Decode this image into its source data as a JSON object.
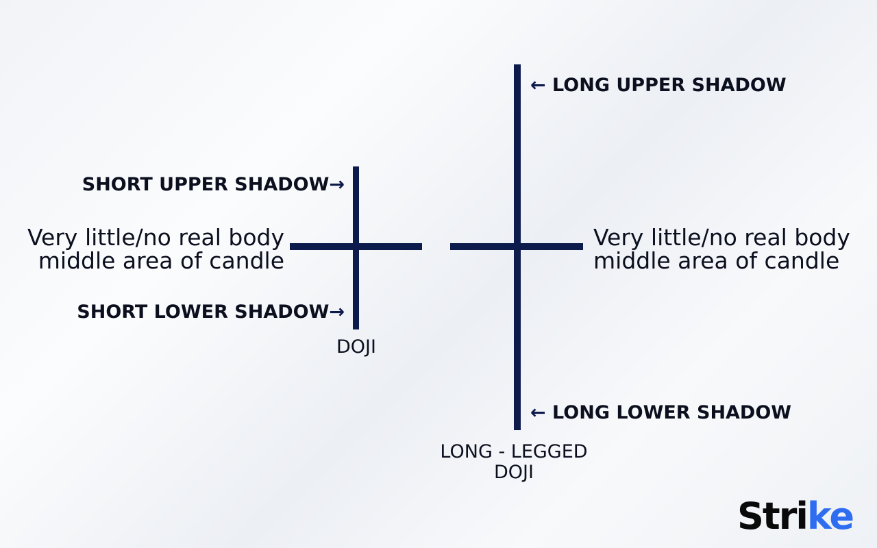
{
  "doji": {
    "upper_label": "SHORT UPPER SHADOW",
    "lower_label": "SHORT LOWER SHADOW",
    "body_desc_line1": "Very little/no real body",
    "body_desc_line2": "middle area of candle",
    "caption": "DOJI"
  },
  "long_legged_doji": {
    "upper_label": "LONG UPPER SHADOW",
    "lower_label": "LONG LOWER SHADOW",
    "body_desc_line1": "Very little/no real body",
    "body_desc_line2": "middle area of candle",
    "caption_line1": "LONG - LEGGED",
    "caption_line2": "DOJI"
  },
  "arrows": {
    "right": "→",
    "left": "←"
  },
  "logo": {
    "text_main": "Stri",
    "text_accent": "ke"
  },
  "colors": {
    "candle": "#0d1b4c",
    "logo_accent": "#2f6df0"
  }
}
